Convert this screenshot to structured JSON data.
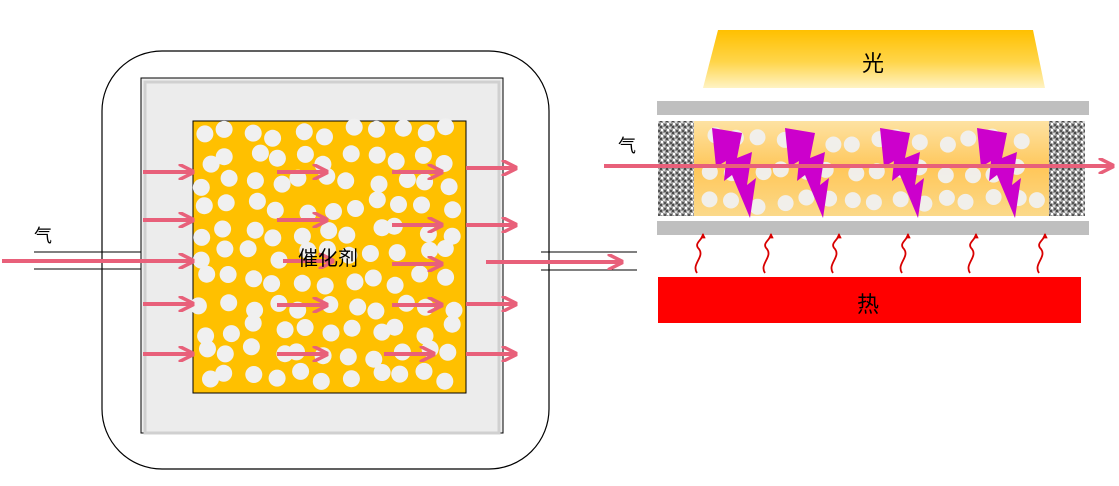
{
  "labels": {
    "gas_left": "气",
    "gas_right": "气",
    "catalyst": "催化剂",
    "light": "光",
    "heat": "热"
  },
  "colors": {
    "catalyst": "#ffc000",
    "light_top": "#ffc000",
    "light_bottom": "#fff2c0",
    "gas_arrow": "#e8607a",
    "heat_bar": "#ff0000",
    "heat_wave": "#d80000",
    "lightning": "#cc00cc",
    "plate": "#bfbfbf",
    "chamber_fill": "#efefef",
    "pellet": "#f0f0f0"
  },
  "icons": {
    "gas_flow": "arrow-right-icon",
    "light_energy": "lightning-bolt-icon",
    "heat_flow": "wavy-arrow-up-icon"
  }
}
